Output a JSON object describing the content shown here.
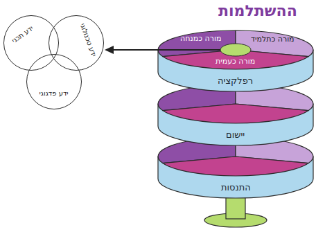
{
  "diagram": {
    "title": "ההשתלמות",
    "nodes": [
      {
        "text": [
          "ידע תכני"
        ]
      },
      {
        "text": [
          "ידע טכנולוגי"
        ]
      },
      {
        "text": [
          "ידע פדגוגי"
        ]
      },
      {
        "text": [
          "מורה כמנחה"
        ]
      },
      {
        "text": [
          "מורה כתלמיד"
        ]
      },
      {
        "text": [
          "מורה כעמית"
        ]
      },
      {
        "text": [
          "רפלקציה"
        ]
      },
      {
        "text": [
          "יישום"
        ]
      },
      {
        "text": [
          "התנסות"
        ]
      }
    ]
  }
}
